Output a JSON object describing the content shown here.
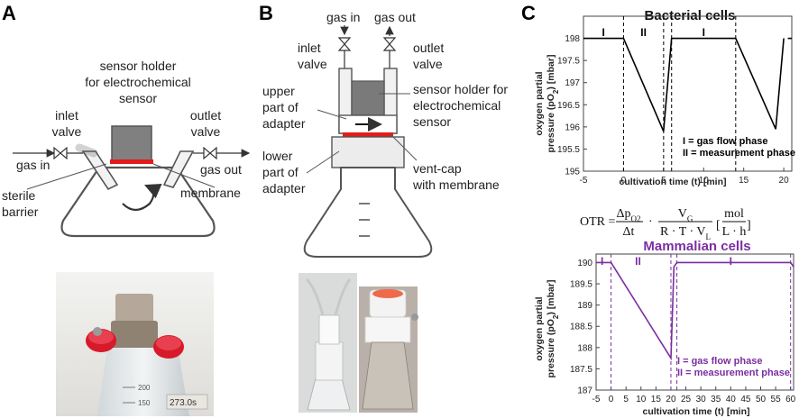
{
  "panels": {
    "a": {
      "letter": "A",
      "labels": {
        "sensor_holder": [
          "sensor holder",
          "for electrochemical",
          "sensor"
        ],
        "inlet_valve": [
          "inlet",
          "valve"
        ],
        "outlet_valve": [
          "outlet",
          "valve"
        ],
        "gas_in": "gas in",
        "gas_out": "gas out",
        "sterile_barrier": [
          "sterile",
          "barrier"
        ],
        "membrane": "membrane"
      },
      "photo_text": [
        "200",
        "150",
        "273.0s"
      ]
    },
    "b": {
      "letter": "B",
      "labels": {
        "gas_in": "gas in",
        "gas_out": "gas out",
        "inlet_valve": [
          "inlet",
          "valve"
        ],
        "outlet_valve": [
          "outlet",
          "valve"
        ],
        "upper_part": [
          "upper",
          "part of",
          "adapter"
        ],
        "sensor_holder": [
          "sensor holder for",
          "electrochemical",
          "sensor"
        ],
        "lower_part": [
          "lower",
          "part of",
          "adapter"
        ],
        "vent_cap": [
          "vent-cap",
          "with membrane"
        ]
      }
    },
    "c": {
      "letter": "C",
      "formula": {
        "lhs": "OTR =",
        "delta_num": "Δp",
        "delta_sub": "O2",
        "delta_den": "Δt",
        "dot": "·",
        "vg_num": "V",
        "vg_sub": "G",
        "vg_den": "R · T · V",
        "vg_den_sub": "L",
        "unit_num": "mol",
        "unit_den": "L · h"
      }
    }
  },
  "chart_data": [
    {
      "type": "line",
      "title": "Bacterial cells",
      "xlabel": "cultivation time (t) [min]",
      "ylabel": [
        "oxygen partial",
        "pressure (pO",
        "2",
        ") [mbar]"
      ],
      "xlim": [
        -5,
        21
      ],
      "ylim": [
        195,
        198.5
      ],
      "xticks": [
        -5,
        0,
        5,
        10,
        15,
        20
      ],
      "yticks": [
        195,
        195.5,
        196,
        196.5,
        197,
        197.5,
        198
      ],
      "ytick_labels": [
        "195",
        "195.5",
        "196",
        "196.5",
        "197",
        "197.5",
        "198"
      ],
      "grid": false,
      "color": "#000000",
      "series": [
        {
          "x": [
            -5,
            0,
            5,
            6,
            14,
            19,
            20
          ],
          "y": [
            198,
            198,
            195.9,
            198,
            198,
            195.95,
            198
          ]
        },
        {
          "x": [
            20.5,
            21
          ],
          "y": [
            198,
            198
          ]
        }
      ],
      "phase_lines": [
        0,
        5,
        6,
        14
      ],
      "phase_labels": [
        {
          "text": "I",
          "x": -2.5
        },
        {
          "text": "II",
          "x": 2.5
        },
        {
          "text": "I",
          "x": 10
        }
      ],
      "legend": [
        "I = gas flow phase",
        "II = measurement phase"
      ]
    },
    {
      "type": "line",
      "title": "Mammalian cells",
      "xlabel": "cultivation time (t) [min]",
      "ylabel": [
        "oxygen partial",
        "pressure (pO",
        "2",
        ") [mbar]"
      ],
      "xlim": [
        -5,
        61
      ],
      "ylim": [
        187,
        190.2
      ],
      "xticks": [
        -5,
        0,
        5,
        10,
        15,
        20,
        25,
        30,
        35,
        40,
        45,
        50,
        55,
        60
      ],
      "yticks": [
        187,
        187.5,
        188,
        188.5,
        189,
        189.5,
        190
      ],
      "ytick_labels": [
        "187",
        "187.5",
        "188",
        "188.5",
        "189",
        "189.5",
        "190"
      ],
      "grid": false,
      "color": "#7b2fa0",
      "series": [
        {
          "x": [
            -5,
            0,
            20,
            21,
            22,
            60,
            61
          ],
          "y": [
            190,
            190,
            187.75,
            189.9,
            190,
            190,
            189.9
          ]
        }
      ],
      "phase_lines": [
        0,
        20,
        22,
        60
      ],
      "phase_labels": [
        {
          "text": "I",
          "x": -3
        },
        {
          "text": "II",
          "x": 9
        },
        {
          "text": "I",
          "x": 40
        }
      ],
      "legend": [
        "I = gas flow phase",
        "II = measurement phase"
      ]
    }
  ]
}
